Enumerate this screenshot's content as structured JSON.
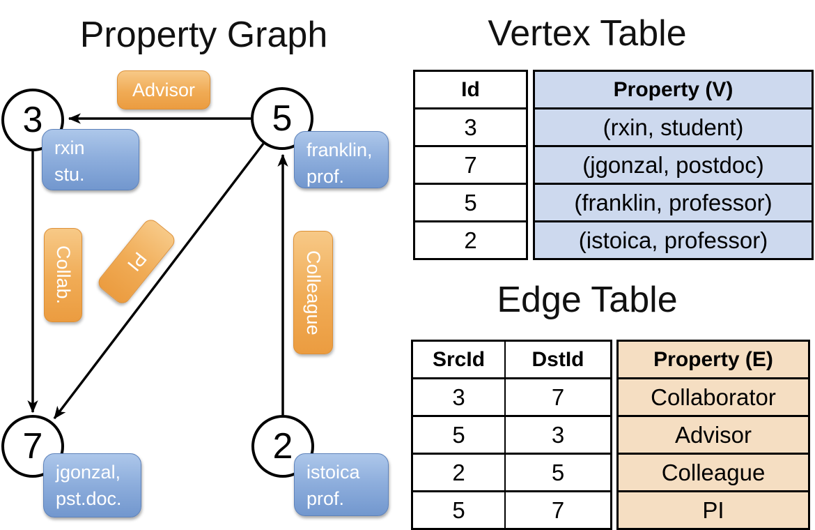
{
  "titles": {
    "property_graph": "Property Graph",
    "vertex_table": "Vertex Table",
    "edge_table": "Edge Table"
  },
  "graph": {
    "vertices": [
      {
        "id": "3",
        "line1": "rxin",
        "line2": "stu."
      },
      {
        "id": "5",
        "line1": "franklin,",
        "line2": "prof."
      },
      {
        "id": "7",
        "line1": "jgonzal,",
        "line2": "pst.doc."
      },
      {
        "id": "2",
        "line1": "istoica",
        "line2": "prof."
      }
    ],
    "edges": [
      {
        "label": "Advisor"
      },
      {
        "label": "Collab."
      },
      {
        "label": "PI"
      },
      {
        "label": "Colleague"
      }
    ]
  },
  "vertex_table": {
    "headers": {
      "id": "Id",
      "property": "Property (V)"
    },
    "rows": [
      {
        "id": "3",
        "property": "(rxin, student)"
      },
      {
        "id": "7",
        "property": "(jgonzal, postdoc)"
      },
      {
        "id": "5",
        "property": "(franklin, professor)"
      },
      {
        "id": "2",
        "property": "(istoica, professor)"
      }
    ]
  },
  "edge_table": {
    "headers": {
      "src": "SrcId",
      "dst": "DstId",
      "property": "Property (E)"
    },
    "rows": [
      {
        "src": "3",
        "dst": "7",
        "property": "Collaborator"
      },
      {
        "src": "5",
        "dst": "3",
        "property": "Advisor"
      },
      {
        "src": "2",
        "dst": "5",
        "property": "Colleague"
      },
      {
        "src": "5",
        "dst": "7",
        "property": "PI"
      }
    ]
  },
  "colors": {
    "vertex_property_bg": "#cdd9ee",
    "edge_property_bg": "#f5dec2",
    "vertex_box_blue": "#8fafdd",
    "edge_label_orange": "#f0ab55",
    "line_black": "#000000"
  }
}
